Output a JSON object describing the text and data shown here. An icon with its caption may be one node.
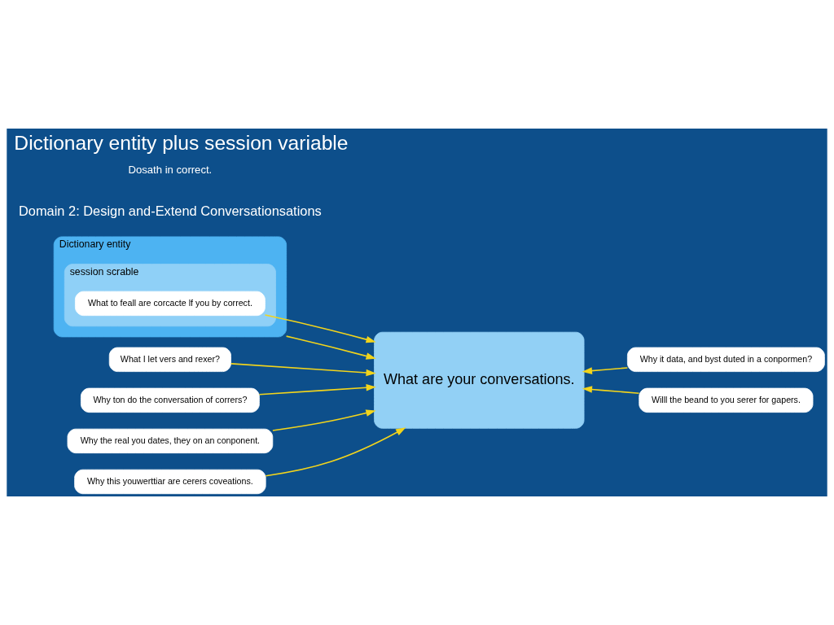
{
  "diagram": {
    "title": "Dictionary entity plus session variable",
    "nodes": [
      {
        "text": [
          "Dictionary entity"
        ]
      },
      {
        "text": [
          "session scrable"
        ],
        "in": 0
      },
      {
        "text": [
          "What to feall are corcacte lf you by correct."
        ],
        "in": 1
      },
      {
        "text": [
          "What are your conversations."
        ]
      },
      {
        "text": [
          "What I let vers and rexer?"
        ]
      },
      {
        "text": [
          "Why ton do the conversation of corrers?"
        ]
      },
      {
        "text": [
          "Why it data, and byst duted in a conpormen?"
        ]
      },
      {
        "text": [
          "Willl the beand to you serer for gapers."
        ]
      },
      {
        "text": [
          "Why the real you dates, they on an conponent."
        ]
      },
      {
        "text": [
          "Why this youwerttiar are cerers coveations."
        ]
      }
    ],
    "edges": [
      {
        "from": 0,
        "to": 3,
        "arrow": "to"
      },
      {
        "from": 2,
        "to": 3,
        "arrow": "to"
      },
      {
        "from": 4,
        "to": 3,
        "arrow": "to"
      },
      {
        "from": 5,
        "to": 3,
        "arrow": "to"
      },
      {
        "from": 6,
        "to": 3,
        "arrow": "to"
      },
      {
        "from": 7,
        "to": 3,
        "arrow": "to"
      },
      {
        "from": 8,
        "to": 3,
        "arrow": "to"
      },
      {
        "from": 9,
        "to": 3,
        "arrow": "to"
      }
    ],
    "labels": [
      "Domain 2: Design and-Extend Conversationsations",
      "Dosath in correct."
    ]
  }
}
